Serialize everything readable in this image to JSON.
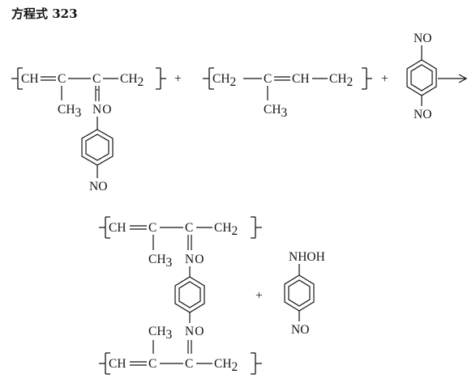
{
  "title": "方程式 323",
  "plus": "+",
  "sub_2": "2",
  "sub_3": "3",
  "reactant1": {
    "ch": "CH",
    "c": "C",
    "c2": "C",
    "ch2": "CH",
    "ch3": "CH",
    "nO": "N",
    "o": "O",
    "no": "NO"
  },
  "reactant2": {
    "ch2a": "CH",
    "c": "C",
    "ch": "CH",
    "ch2b": "CH",
    "ch3": "CH"
  },
  "reactant3": {
    "no_top": "NO",
    "no_bottom": "NO"
  },
  "product": {
    "upper": {
      "ch": "CH",
      "c": "C",
      "c2": "C",
      "ch2": "CH",
      "ch3": "CH",
      "nO": "N",
      "o": "O"
    },
    "lower": {
      "ch3": "CH",
      "nO": "N",
      "o": "O",
      "ch": "CH",
      "c": "C",
      "c2": "C",
      "ch2": "CH"
    }
  },
  "byproduct": {
    "nhoh": "NHOH",
    "no": "NO"
  }
}
